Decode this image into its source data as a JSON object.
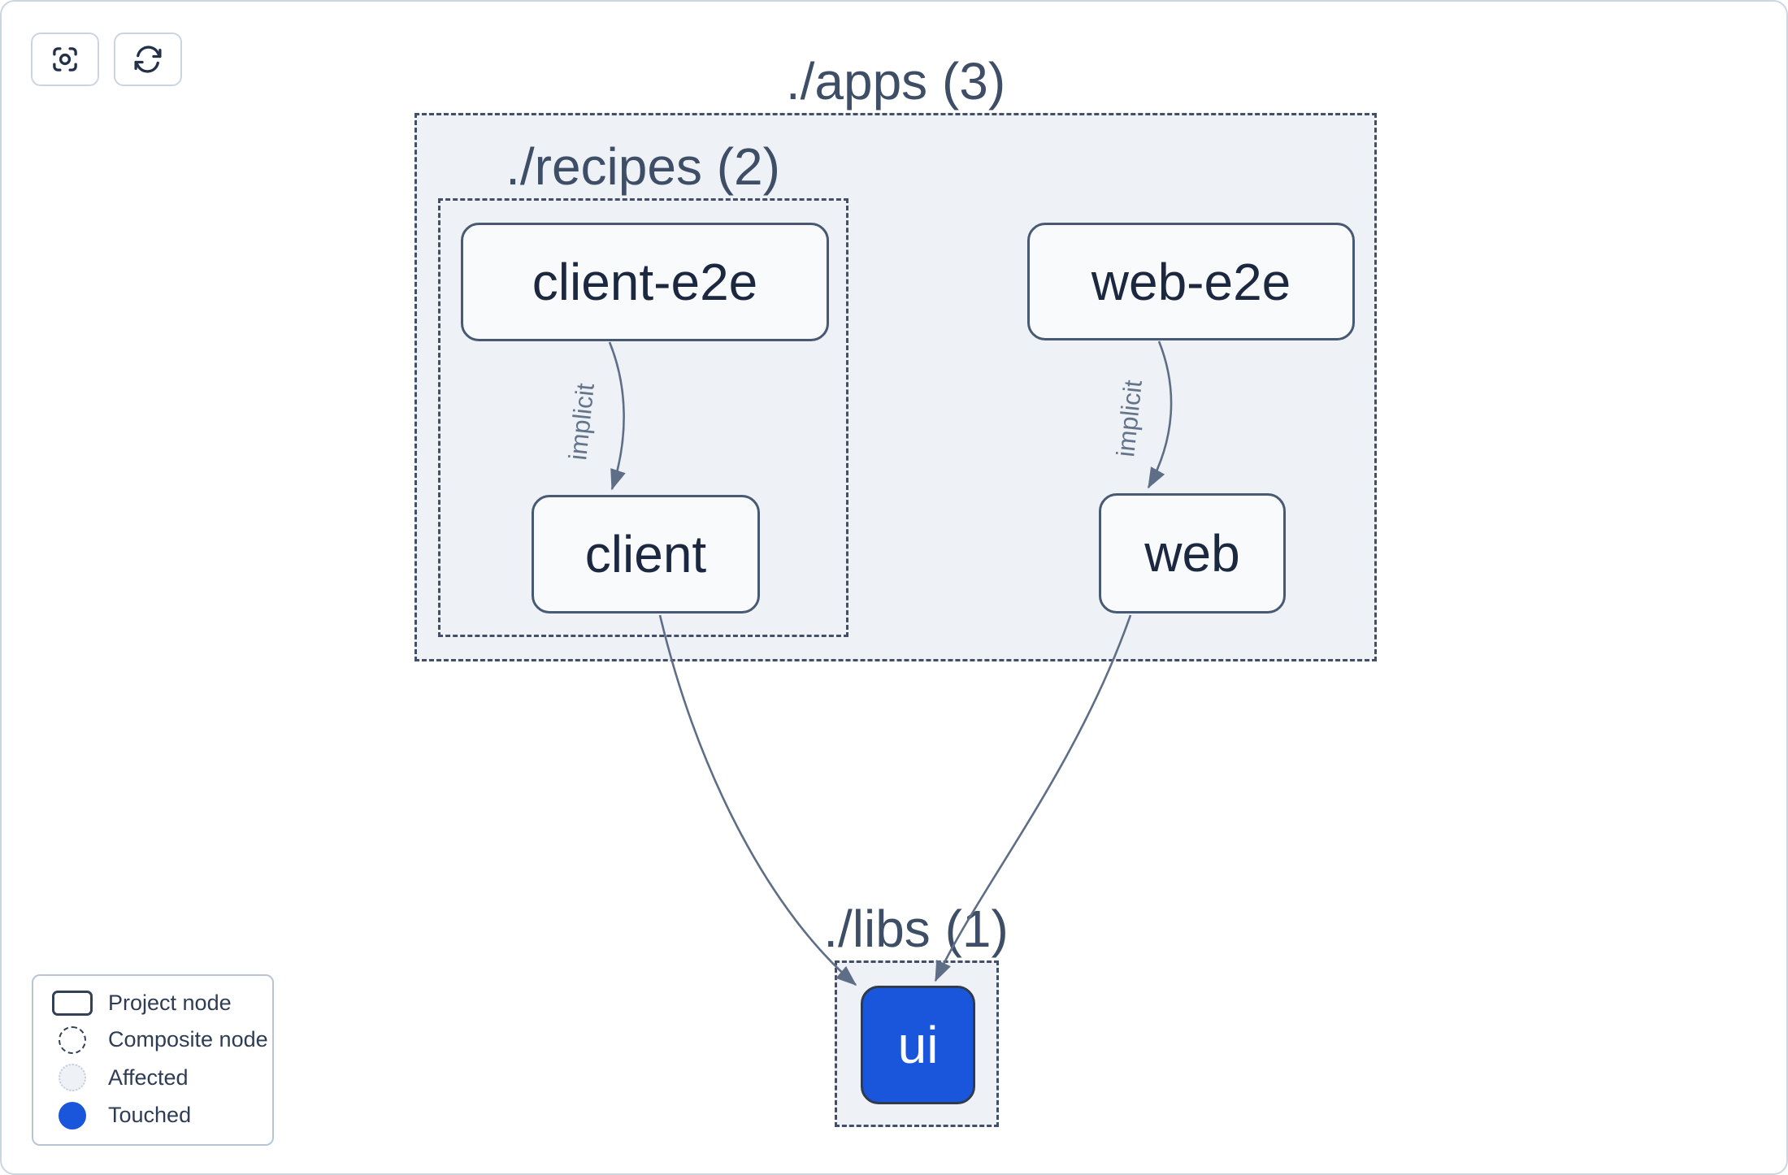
{
  "toolbar": {
    "buttons": [
      {
        "id": "focus",
        "icon": "scan-focus-icon"
      },
      {
        "id": "refresh",
        "icon": "refresh-icon"
      }
    ]
  },
  "graph": {
    "groups": [
      {
        "id": "apps",
        "label": "./apps (3)"
      },
      {
        "id": "recipes",
        "label": "./recipes (2)"
      },
      {
        "id": "libs",
        "label": "./libs (1)"
      }
    ],
    "nodes": [
      {
        "id": "client-e2e",
        "label": "client-e2e",
        "state": "default"
      },
      {
        "id": "web-e2e",
        "label": "web-e2e",
        "state": "default"
      },
      {
        "id": "client",
        "label": "client",
        "state": "default"
      },
      {
        "id": "web",
        "label": "web",
        "state": "default"
      },
      {
        "id": "ui",
        "label": "ui",
        "state": "touched"
      }
    ],
    "edges": [
      {
        "from": "client-e2e",
        "to": "client",
        "label": "implicit"
      },
      {
        "from": "web-e2e",
        "to": "web",
        "label": "implicit"
      },
      {
        "from": "client",
        "to": "ui",
        "label": ""
      },
      {
        "from": "web",
        "to": "ui",
        "label": ""
      }
    ]
  },
  "legend": {
    "items": [
      {
        "label": "Project node",
        "icon": "project-node-icon"
      },
      {
        "label": "Composite node",
        "icon": "composite-node-icon"
      },
      {
        "label": "Affected",
        "icon": "affected-icon"
      },
      {
        "label": "Touched",
        "icon": "touched-icon"
      }
    ]
  },
  "colors": {
    "touched_blue": "#1A56DC",
    "legend_blue": "#1A56DB",
    "node_fill": "#f8fafc",
    "node_border": "#485a73",
    "composite_fill": "#eef1f6",
    "composite_border": "#414f68",
    "edge": "#5f6e87",
    "title_text": "#3e4e67",
    "node_text": "#1b2840"
  }
}
